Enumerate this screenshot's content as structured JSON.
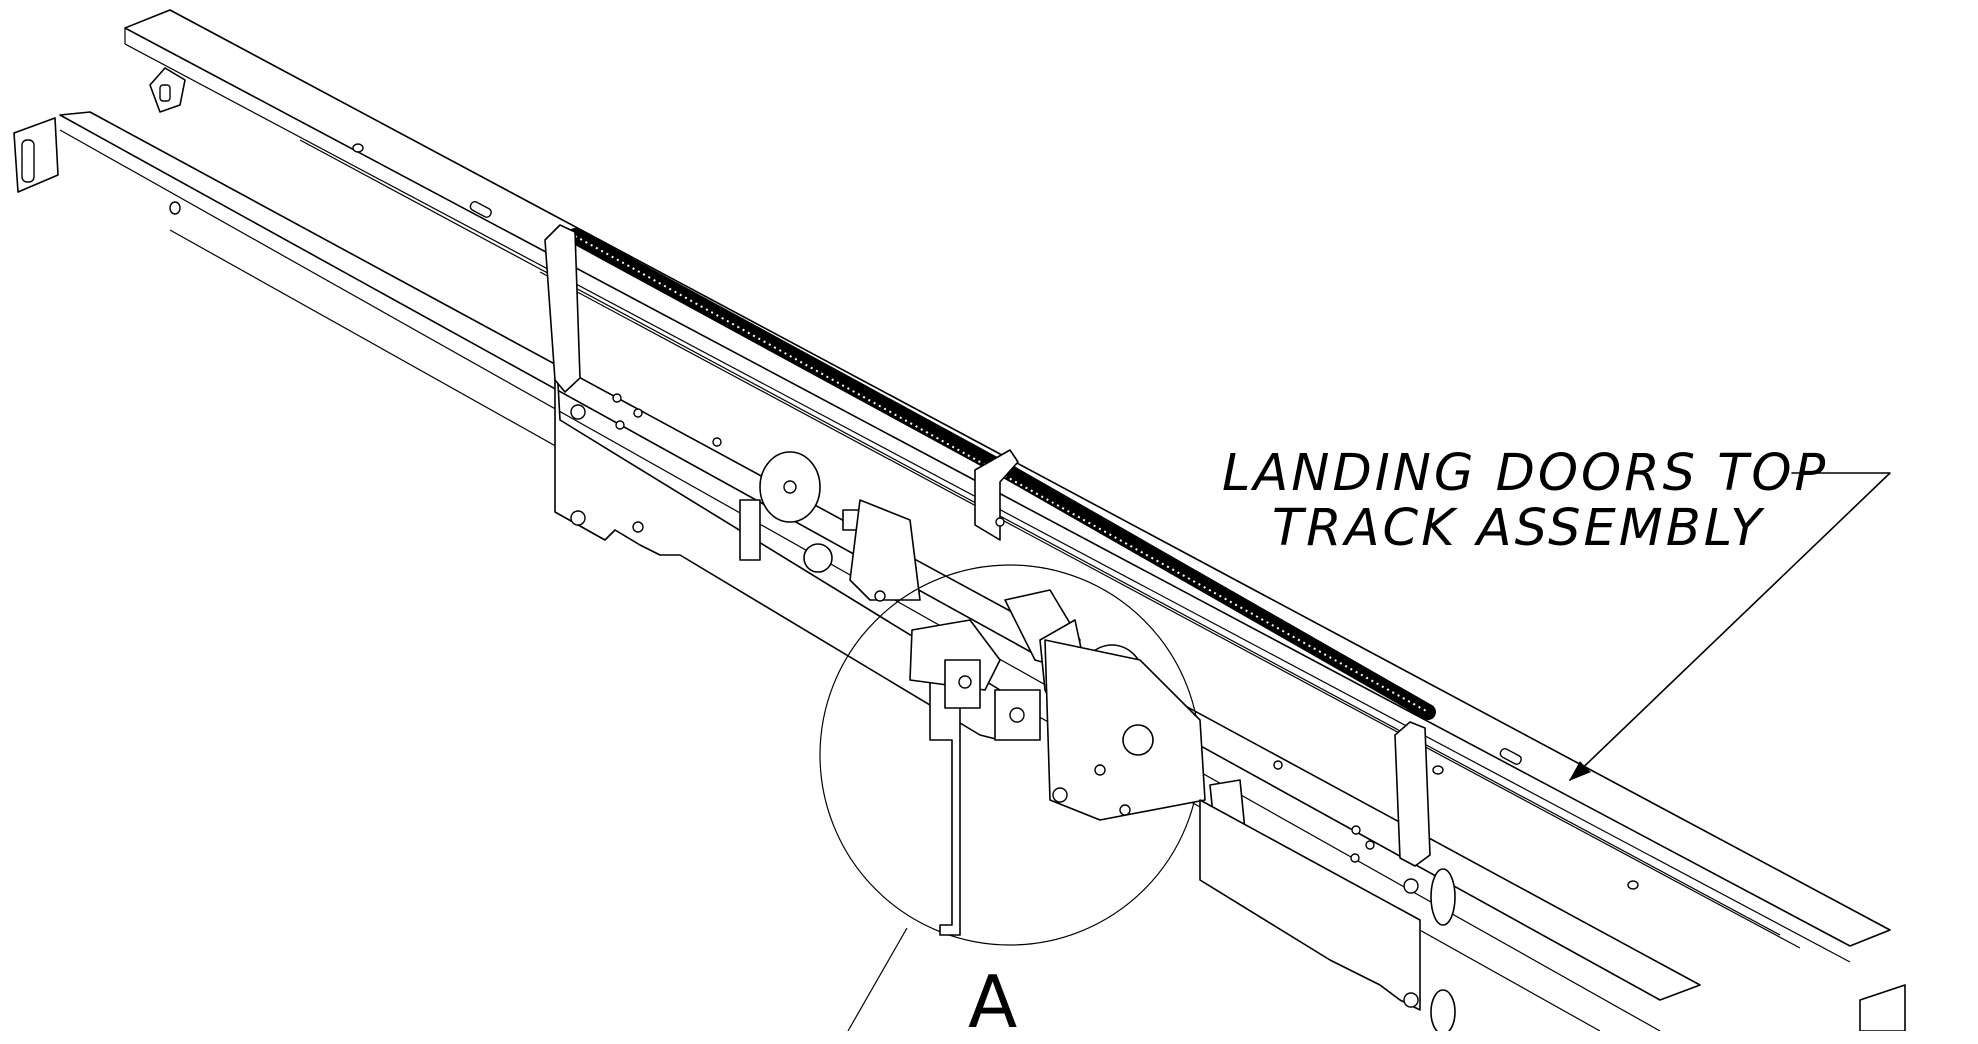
{
  "callout": {
    "line1": "LANDING DOORS TOP",
    "line2": "TRACK ASSEMBLY"
  },
  "detail": {
    "letter": "A"
  }
}
